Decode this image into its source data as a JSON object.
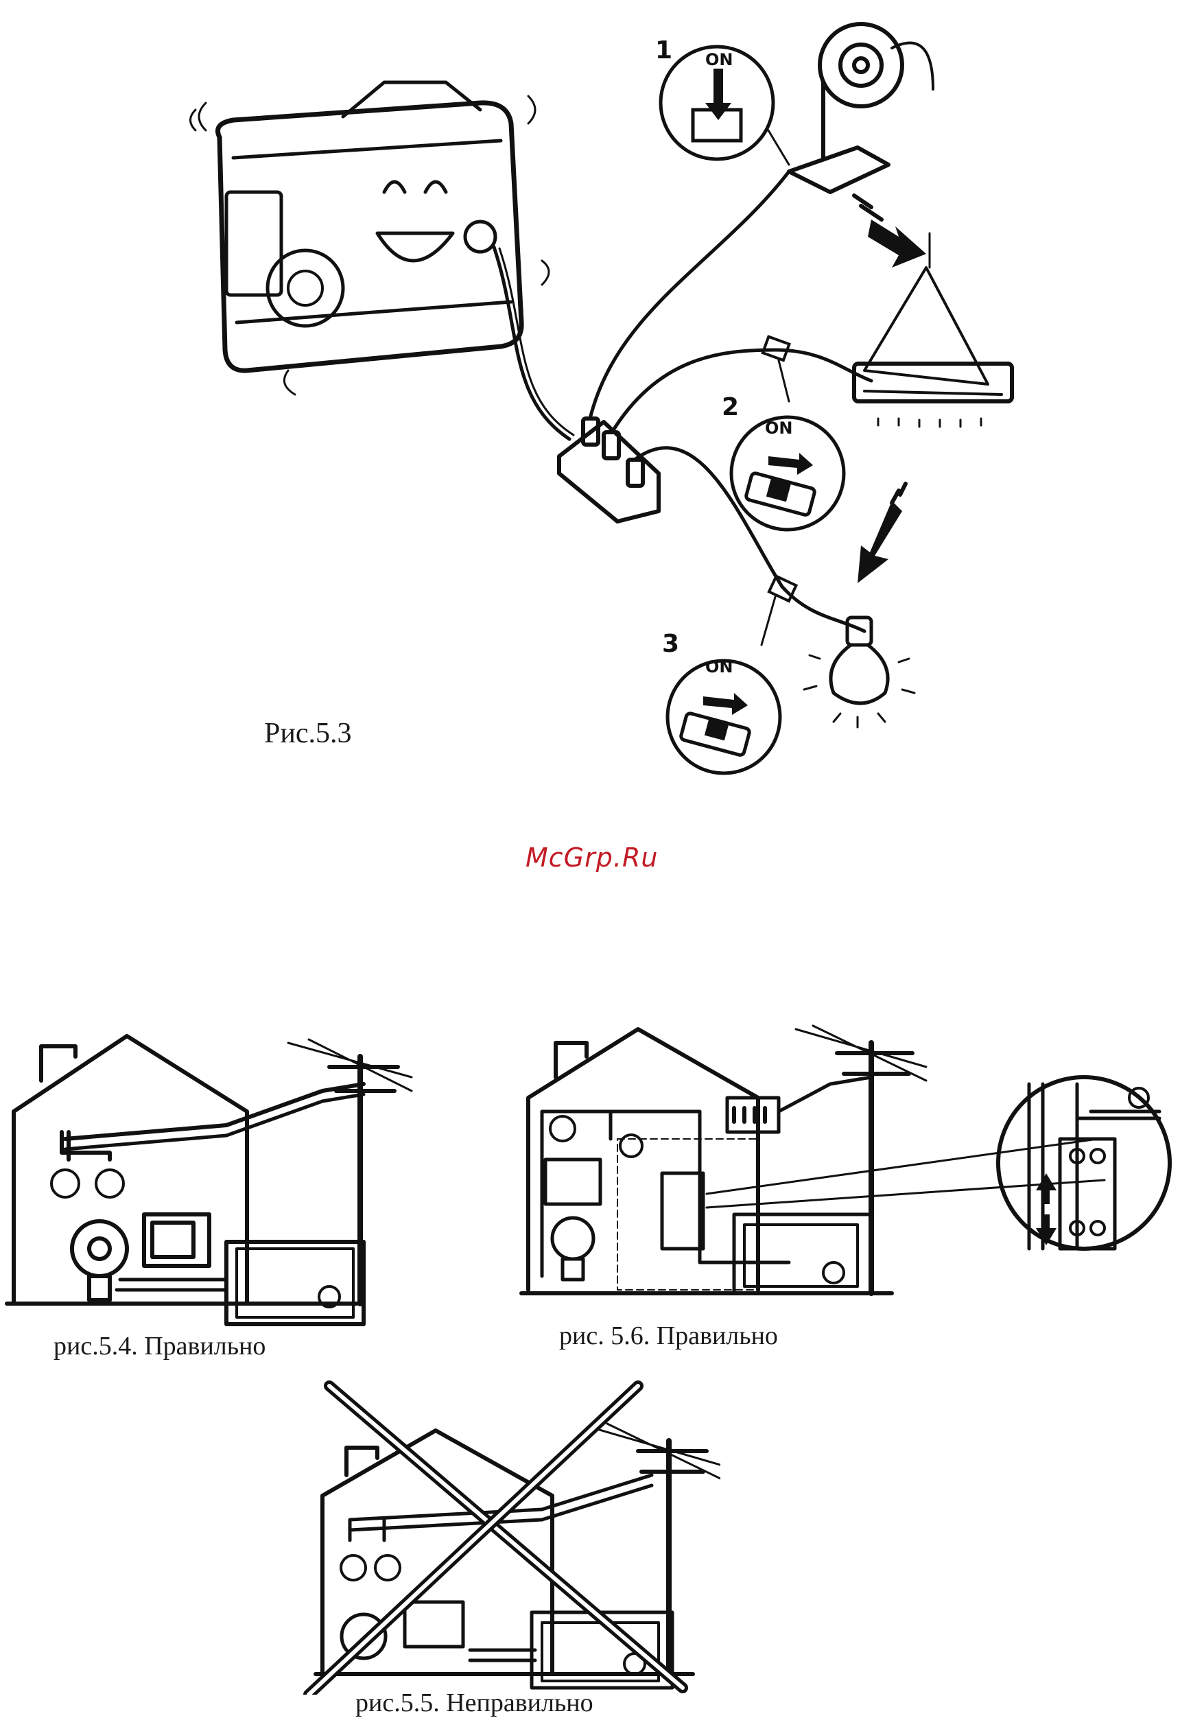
{
  "colors": {
    "ink": "#111111",
    "watermark": "#c41a24"
  },
  "figure_5_3": {
    "caption": "Рис.5.3",
    "steps": [
      {
        "number": "1",
        "switch_label": "ON"
      },
      {
        "number": "2",
        "switch_label": "ON"
      },
      {
        "number": "3",
        "switch_label": "ON"
      }
    ],
    "icons": [
      "generator-icon",
      "power-strip-icon",
      "fan-icon",
      "air-conditioner-icon",
      "light-bulb-icon",
      "switch-on-icon",
      "arrow-down-icon"
    ]
  },
  "watermark": "McGrp.Ru",
  "figure_5_4": {
    "caption": "рис.5.4. Правильно"
  },
  "figure_5_6": {
    "caption": "рис. 5.6. Правильно"
  },
  "figure_5_5": {
    "caption": "рис.5.5. Неправильно"
  }
}
